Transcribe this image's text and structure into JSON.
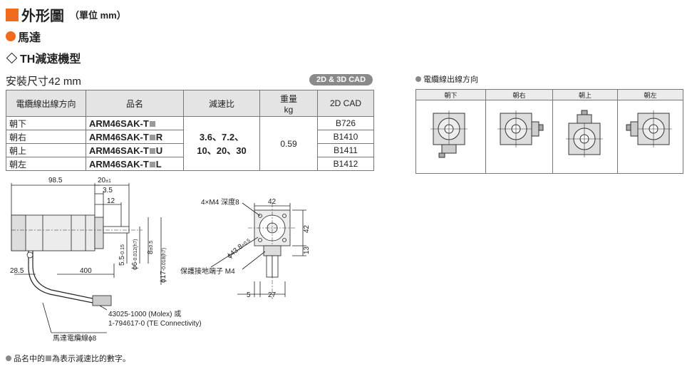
{
  "heading": {
    "title": "外形圖",
    "unit": "（單位 mm）"
  },
  "section": "馬達",
  "subsection": "TH減速機型",
  "mount_size": "安裝尺寸42 mm",
  "cad_badge": "2D & 3D CAD",
  "spec_table": {
    "headers": [
      "電纜線出線方向",
      "品名",
      "減速比",
      "重量",
      "kg",
      "2D CAD"
    ],
    "rows": [
      {
        "direction": "朝下",
        "product_prefix": "ARM46SAK-T",
        "product_suffix": "",
        "cad": "B726"
      },
      {
        "direction": "朝右",
        "product_prefix": "ARM46SAK-T",
        "product_suffix": "R",
        "cad": "B1410"
      },
      {
        "direction": "朝上",
        "product_prefix": "ARM46SAK-T",
        "product_suffix": "U",
        "cad": "B1411"
      },
      {
        "direction": "朝左",
        "product_prefix": "ARM46SAK-T",
        "product_suffix": "L",
        "cad": "B1412"
      }
    ],
    "ratio_line1": "3.6、7.2、",
    "ratio_line2": "10、20、30",
    "weight": "0.59"
  },
  "cable_direction": {
    "label": "電纜線出線方向",
    "headers": [
      "朝下",
      "朝右",
      "朝上",
      "朝左"
    ]
  },
  "drawing": {
    "dims": {
      "d98_5": "98.5",
      "d20": "20",
      "d20_tol": "±1",
      "d3_5": "3.5",
      "d12": "12",
      "d28_5": "28.5",
      "d400": "400",
      "d5_5": "5.5",
      "d5_5_tol": "-0.15",
      "d8": "8",
      "d8_tol": "±0.5",
      "phi6": "ϕ6",
      "phi6_tol": "-0.012(h7)",
      "phi17": "ϕ17",
      "phi17_tol": "-0.018(h7)",
      "mounting": "4×M4 深度8",
      "d42_top": "42",
      "d42_side": "42",
      "pcd": "ϕ43.8",
      "pcd_tol": "±0.5",
      "d13": "13",
      "ground": "保護接地端子 M4",
      "d5": "5",
      "d27": "27"
    },
    "connector_line1": "43025-1000 (Molex) 或",
    "connector_line2": "1-794617-0 (TE Connectivity)",
    "cable_label": "馬達電纜線ϕ8"
  },
  "footnote_before": "品名中的",
  "footnote_after": "為表示減速比的數字。"
}
